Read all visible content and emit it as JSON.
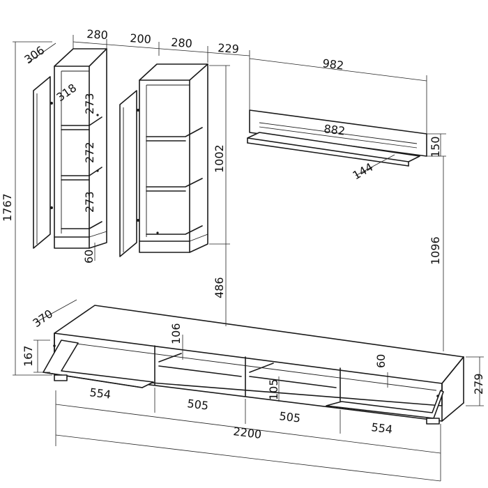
{
  "dimensions": {
    "tall_cabinet_width": "280",
    "tall_cabinet_gap": "200",
    "tall_cabinet_width_2": "280",
    "shelf_offset": "229",
    "cabinet_depth": "306",
    "door_shelf_depth": "318",
    "compartment_top": "273",
    "compartment_middle": "272",
    "compartment_bottom": "273",
    "plinth_height": "60",
    "cabinet_height": "1002",
    "total_height": "1767",
    "cabinet_bottom_to_base": "486",
    "wall_shelf_width": "982",
    "wall_shelf_inner": "882",
    "wall_shelf_height": "150",
    "wall_shelf_depth": "144",
    "shelf_to_floor": "1096",
    "base_depth": "370",
    "base_front_height": "167",
    "base_inner_height": "106",
    "base_section_height": "105",
    "base_plinth": "60",
    "base_height": "279",
    "base_section_1": "554",
    "base_section_2": "505",
    "base_section_3": "505",
    "base_section_4": "554",
    "base_total_width": "2200"
  }
}
